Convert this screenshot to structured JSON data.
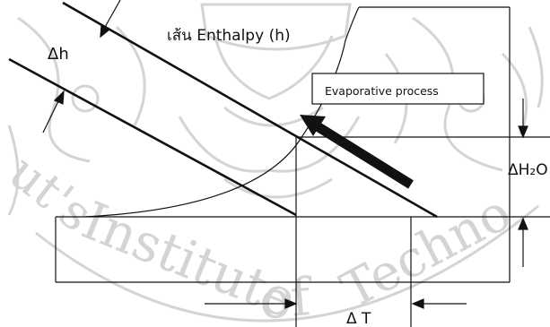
{
  "diagram": {
    "labels": {
      "enthalpy_line": "เส้น Enthalpy (h)",
      "delta_h": "Δh",
      "evaporative_process": "Evaporative process",
      "delta_h2o": "ΔH₂O",
      "delta_t": "Δ T"
    },
    "watermark": {
      "text": "Mongkut's Institute of Technology",
      "color": "#d4d4d4"
    },
    "colors": {
      "ink": "#111111",
      "watermark": "#d4d4d4"
    }
  }
}
